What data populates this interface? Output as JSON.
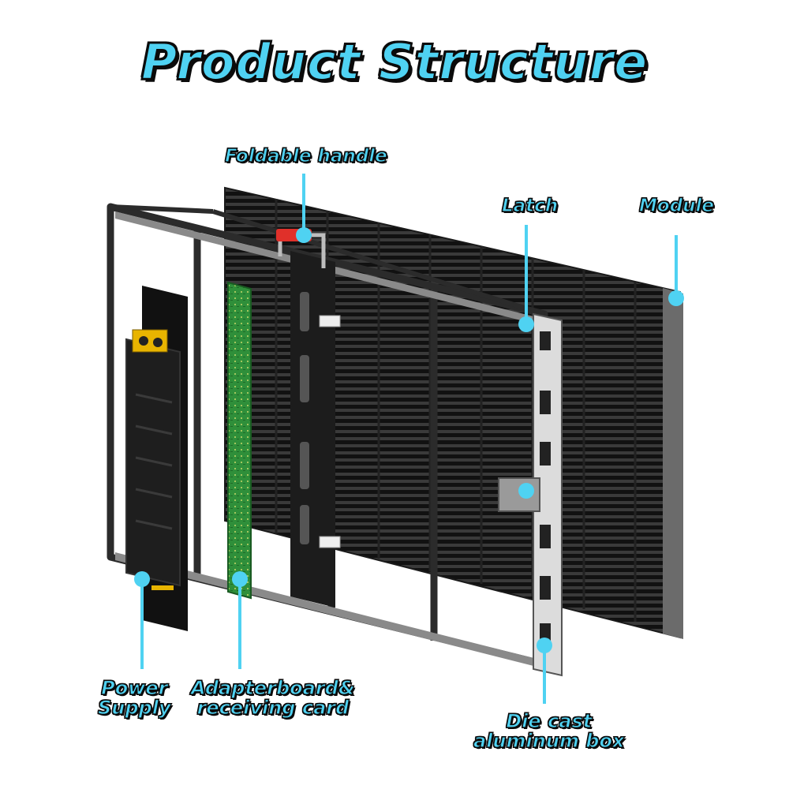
{
  "title": "Product Structure",
  "labels": {
    "foldable_handle": "Foldable handle",
    "latch": "Latch",
    "module": "Module",
    "power_supply_line1": "Power",
    "power_supply_line2": "Supply",
    "adapterboard_line1": "Adapterboard&",
    "adapterboard_line2": "receiving card",
    "die_cast_line1": "Die cast",
    "die_cast_line2": "aluminum box"
  },
  "colors": {
    "accent": "#4fd2f2",
    "outline": "#0b0b0b",
    "pcb": "#2a8a3a",
    "handle": "#e0302a",
    "frame": "#2b2b2b"
  }
}
